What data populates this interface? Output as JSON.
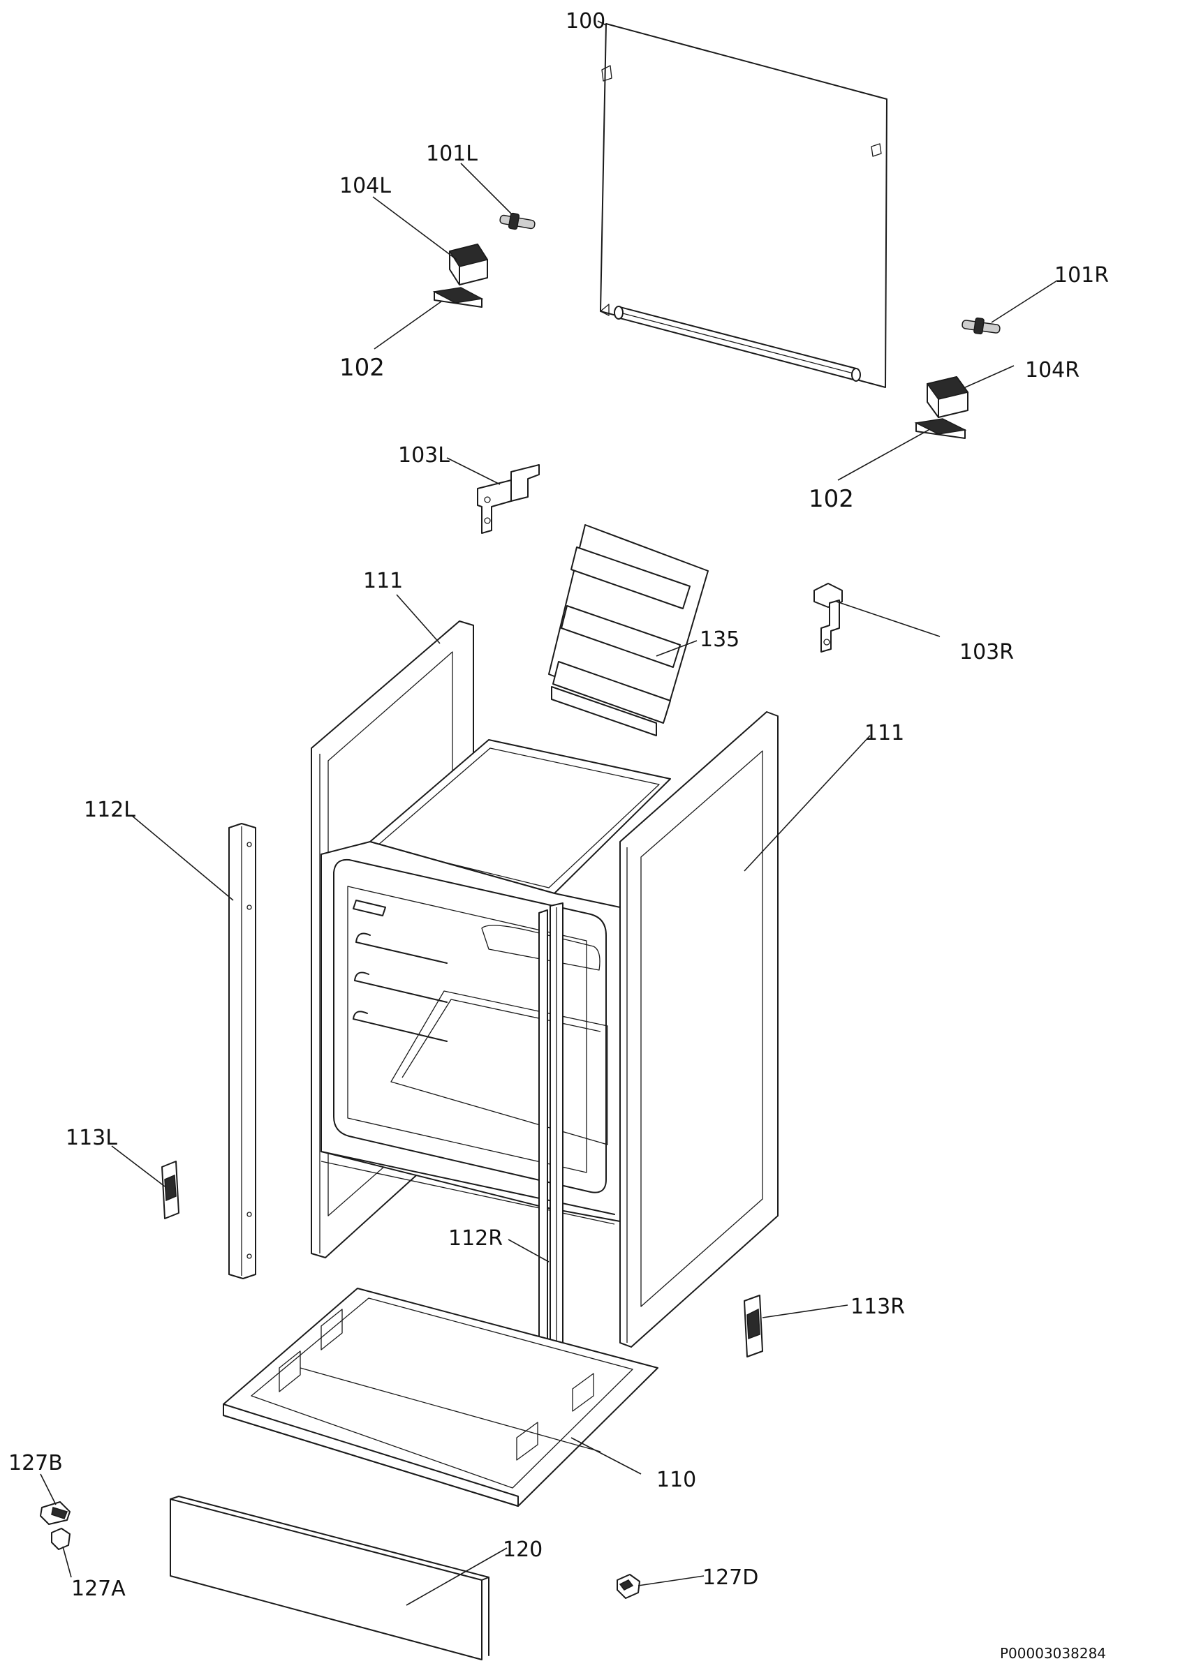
{
  "diagram": {
    "code": "P00003038284",
    "labels": {
      "p100": "100",
      "p101L": "101L",
      "p101R": "101R",
      "p104L": "104L",
      "p104R": "104R",
      "p102a": "102",
      "p102b": "102",
      "p103L": "103L",
      "p103R": "103R",
      "p111a": "111",
      "p111b": "111",
      "p135": "135",
      "p112L": "112L",
      "p112R": "112R",
      "p113L": "113L",
      "p113R": "113R",
      "p110": "110",
      "p120": "120",
      "p127A": "127A",
      "p127B": "127B",
      "p127D": "127D"
    }
  }
}
